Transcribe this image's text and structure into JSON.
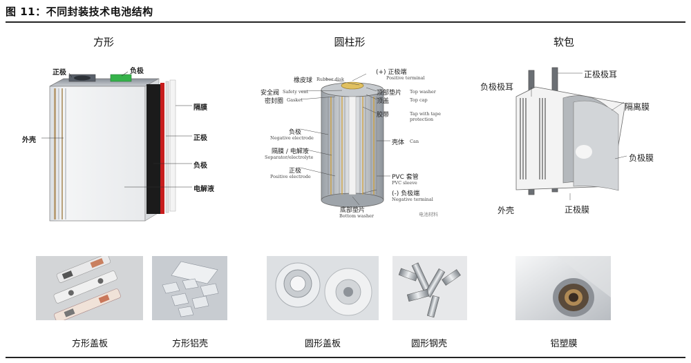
{
  "figure_title": "图 11：不同封装技术电池结构",
  "columns": {
    "prismatic": "方形",
    "cylindrical": "圆柱形",
    "pouch": "软包"
  },
  "prismatic_labels": {
    "positive_tab": "正极",
    "negative_tab": "负极",
    "case": "外壳",
    "separator": "隔膜",
    "cathode": "正极",
    "anode": "负极",
    "electrolyte": "电解液"
  },
  "cylindrical_labels": {
    "positive_terminal_cn": "(+) 正极端",
    "positive_terminal_en": "Positive terminal",
    "rubber_disk_cn": "橡皮球",
    "rubber_disk_en": "Rubber disk",
    "safety_vent_cn": "安全阀",
    "safety_vent_en": "Safety vent",
    "gasket_cn": "密封圈",
    "gasket_en": "Gasket",
    "top_washer_cn": "顶部垫片",
    "top_washer_en": "Top washer",
    "top_cap_cn": "顶盖",
    "top_cap_en": "Top cap",
    "tape_cn": "胶带",
    "tape_en_1": "Tap with tape",
    "tape_en_2": "protection",
    "neg_electrode_cn": "负极",
    "neg_electrode_en": "Negative electrode",
    "can_cn": "壳体",
    "can_en": "Can",
    "separator_cn": "隔膜 / 电解液",
    "separator_en": "Separator/electrolyte",
    "pos_electrode_cn": "正极",
    "pos_electrode_en": "Positive electrode",
    "pvc_cn": "PVC 套管",
    "pvc_en": "PVC sleeve",
    "neg_terminal_cn": "(-) 负极端",
    "neg_terminal_en": "Negative terminal",
    "bottom_washer_cn": "底部垫片",
    "bottom_washer_en": "Bottom washer",
    "watermark": "电池材料"
  },
  "pouch_labels": {
    "negative_tab": "负极极耳",
    "positive_tab": "正极极耳",
    "separator": "隔离膜",
    "anode": "负极膜",
    "cathode": "正极膜",
    "case": "外壳"
  },
  "photo_captions": {
    "prismatic_lid": "方形盖板",
    "prismatic_case": "方形铝壳",
    "round_lid": "圆形盖板",
    "round_can": "圆形钢壳",
    "laminate": "铝塑膜"
  },
  "colors": {
    "red_layer": "#c81e1e",
    "green_tab": "#35b24a",
    "black_layer": "#1b1b1b"
  }
}
